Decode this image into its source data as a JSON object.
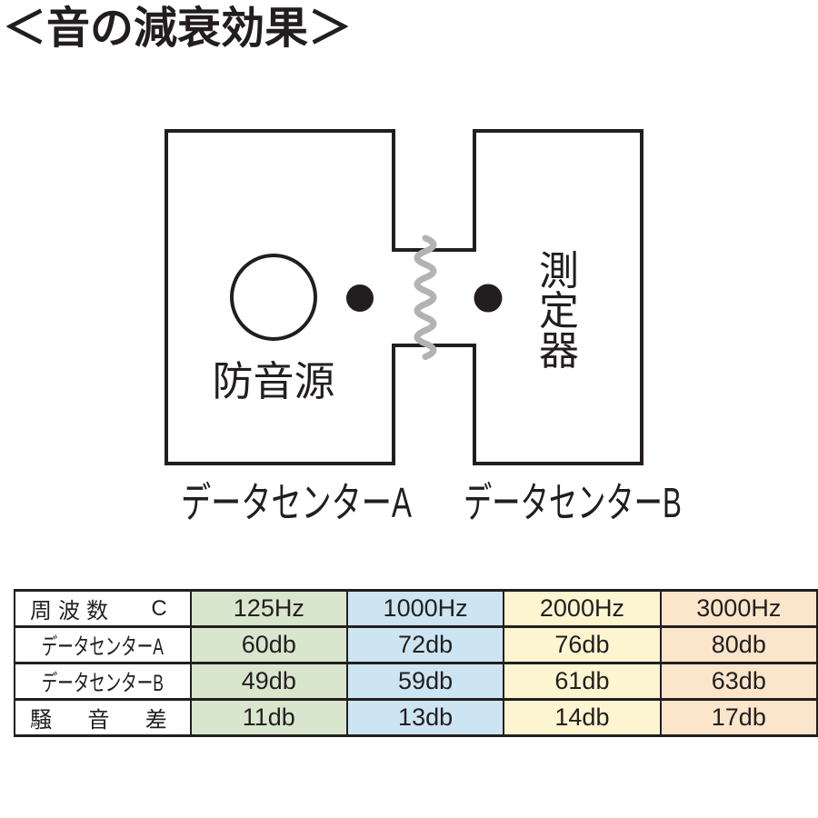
{
  "title": "＜音の減衰効果＞",
  "diagram": {
    "source_label": "防音源",
    "meter_label": "測定器",
    "room_a_label": "データセンターA",
    "room_b_label": "データセンターB",
    "outline_color": "#221e1f",
    "wave_color": "#b3b3b3"
  },
  "chart_data": {
    "type": "table",
    "columns": [
      "周波数 C",
      "125Hz",
      "1000Hz",
      "2000Hz",
      "3000Hz"
    ],
    "rows": [
      {
        "label": "データセンターA",
        "values": [
          "60db",
          "72db",
          "76db",
          "80db"
        ]
      },
      {
        "label": "データセンターB",
        "values": [
          "49db",
          "59db",
          "61db",
          "63db"
        ]
      },
      {
        "label": "騒音差",
        "values": [
          "11db",
          "13db",
          "14db",
          "17db"
        ]
      }
    ],
    "column_colors": [
      "#ffffff",
      "#d8e6ce",
      "#cde5f2",
      "#fdf4d0",
      "#fbe5cb"
    ]
  }
}
